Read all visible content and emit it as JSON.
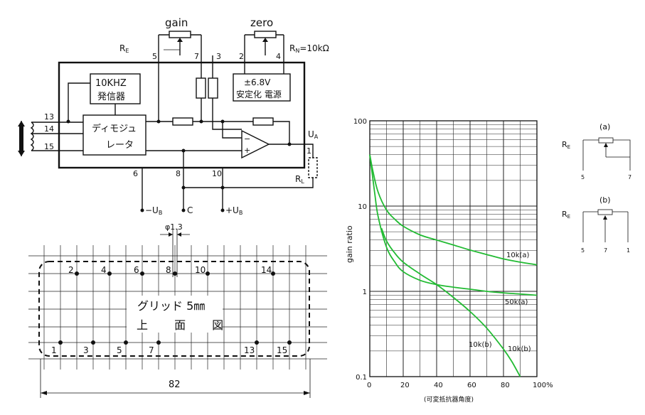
{
  "schematic": {
    "pot_gain": "gain",
    "pot_zero": "zero",
    "re_label": "R",
    "re_sub": "E",
    "rn_label": "R",
    "rn_sub": "N",
    "rn_value": "=10kΩ",
    "pins": [
      "5",
      "7",
      "3",
      "2",
      "4",
      "13",
      "14",
      "15",
      "6",
      "8",
      "10",
      "1"
    ],
    "osc_line1": "10KHZ",
    "osc_line2": "発信器",
    "psu_line1": "±6.8V",
    "psu_line2": "安定化 電源",
    "demod_line1": "ディモジュ",
    "demod_line2": "レータ",
    "ua_label": "U",
    "ua_sub": "A",
    "rl_label": "R",
    "rl_sub": "L",
    "minus_ub": "−U",
    "ub_sub": "B",
    "c_label": "C",
    "plus_ub": "+U"
  },
  "top_view": {
    "hole_dim": "φ1.3",
    "upper_pins": [
      "2",
      "4",
      "6",
      "8",
      "10",
      "14"
    ],
    "lower_pins": [
      "1",
      "3",
      "5",
      "7",
      "13",
      "15"
    ],
    "grid_label": "グリッド 5㎜",
    "view_label": "上 面 図",
    "width_dim": "82"
  },
  "chart_data": {
    "type": "line",
    "xlabel": "(可変抵抗器角度)",
    "ylabel": "gain ratio",
    "xscale": "linear",
    "yscale": "log",
    "xlim": [
      0,
      100
    ],
    "ylim": [
      0.1,
      100
    ],
    "x_ticks": [
      "0",
      "20",
      "40",
      "60",
      "80",
      "100%"
    ],
    "y_ticks": [
      "0.1",
      "1",
      "10",
      "100"
    ],
    "grid": true,
    "series": [
      {
        "name": "10k(a)",
        "x": [
          0,
          2,
          5,
          10,
          15,
          20,
          30,
          40,
          50,
          60,
          70,
          80,
          90,
          100
        ],
        "y": [
          40,
          25,
          14.5,
          9,
          7,
          5.8,
          4.6,
          4.0,
          3.5,
          3.05,
          2.7,
          2.4,
          2.2,
          2.05
        ]
      },
      {
        "name": "50k(a)",
        "x": [
          0,
          3,
          5,
          10,
          15,
          20,
          30,
          40,
          50,
          60,
          70,
          80,
          90,
          100
        ],
        "y": [
          40,
          14,
          7.5,
          3.3,
          2.2,
          1.7,
          1.35,
          1.2,
          1.12,
          1.06,
          1.0,
          0.96,
          0.93,
          0.9
        ]
      },
      {
        "name": "10k(b)",
        "x": [
          7,
          10,
          15,
          20,
          30,
          40,
          50,
          60,
          70,
          80,
          85,
          90
        ],
        "y": [
          5.5,
          3.9,
          2.8,
          2.2,
          1.6,
          1.2,
          0.85,
          0.58,
          0.37,
          0.21,
          0.15,
          0.1
        ]
      }
    ],
    "labels": [
      "10k(a)",
      "50k(a)",
      "10k(b)",
      "10k(b)"
    ]
  },
  "pot_types": {
    "a_label": "(a)",
    "b_label": "(b)",
    "re_label": "R",
    "re_sub": "E",
    "a_pins": [
      "5",
      "7"
    ],
    "b_pins": [
      "5",
      "7",
      "1"
    ]
  }
}
